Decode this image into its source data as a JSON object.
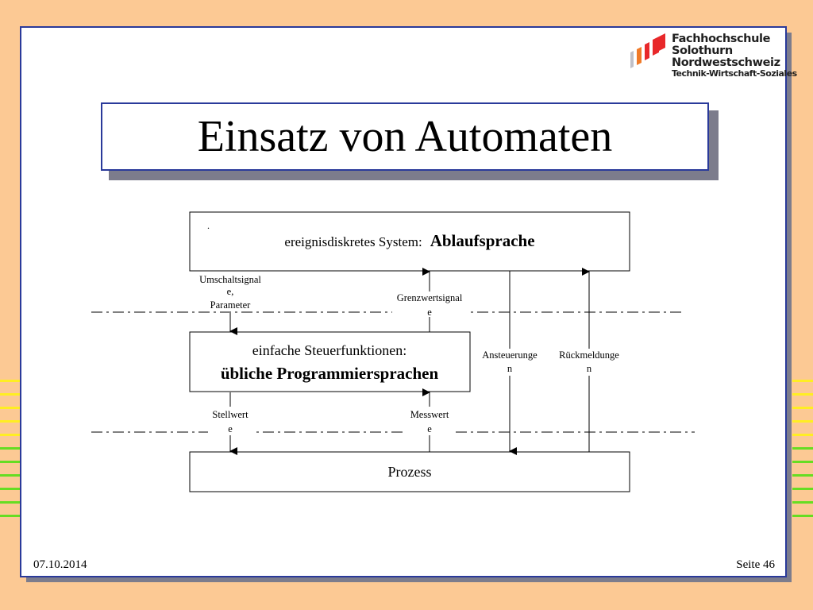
{
  "slide": {
    "title": "Einsatz von Automaten",
    "date": "07.10.2014",
    "page": "Seite 46"
  },
  "logo": {
    "line1": "Fachhochschule",
    "line2": "Solothurn",
    "line3": "Nordwestschweiz",
    "line4": "Technik-Wirtschaft-Soziales",
    "colors": [
      "#e8282a",
      "#f07a28",
      "#c0c0c8"
    ]
  },
  "diagram": {
    "top_box": {
      "mark": ".",
      "prefix": "ereignisdiskretes System:",
      "bold": "Ablaufsprache"
    },
    "mid_box": {
      "line1": "einfache Steuerfunktionen:",
      "line2": "übliche Programmiersprachen"
    },
    "bottom_box": {
      "label": "Prozess"
    },
    "labels": {
      "umschalt_1": "Umschaltsignal",
      "umschalt_2": "e,",
      "umschalt_3": "Parameter",
      "grenz_1": "Grenzwertsignal",
      "grenz_2": "e",
      "ansteuer_1": "Ansteuerunge",
      "ansteuer_2": "n",
      "rueck_1": "Rückmeldunge",
      "rueck_2": "n",
      "stell_1": "Stellwert",
      "stell_2": "e",
      "mess_1": "Messwert",
      "mess_2": "e"
    }
  },
  "colors": {
    "background": "#fcc994",
    "frame": "#2a3a9a",
    "shadow": "#7c7c8c",
    "stripe_yellow": "#ffee22",
    "stripe_green": "#66dd22"
  }
}
